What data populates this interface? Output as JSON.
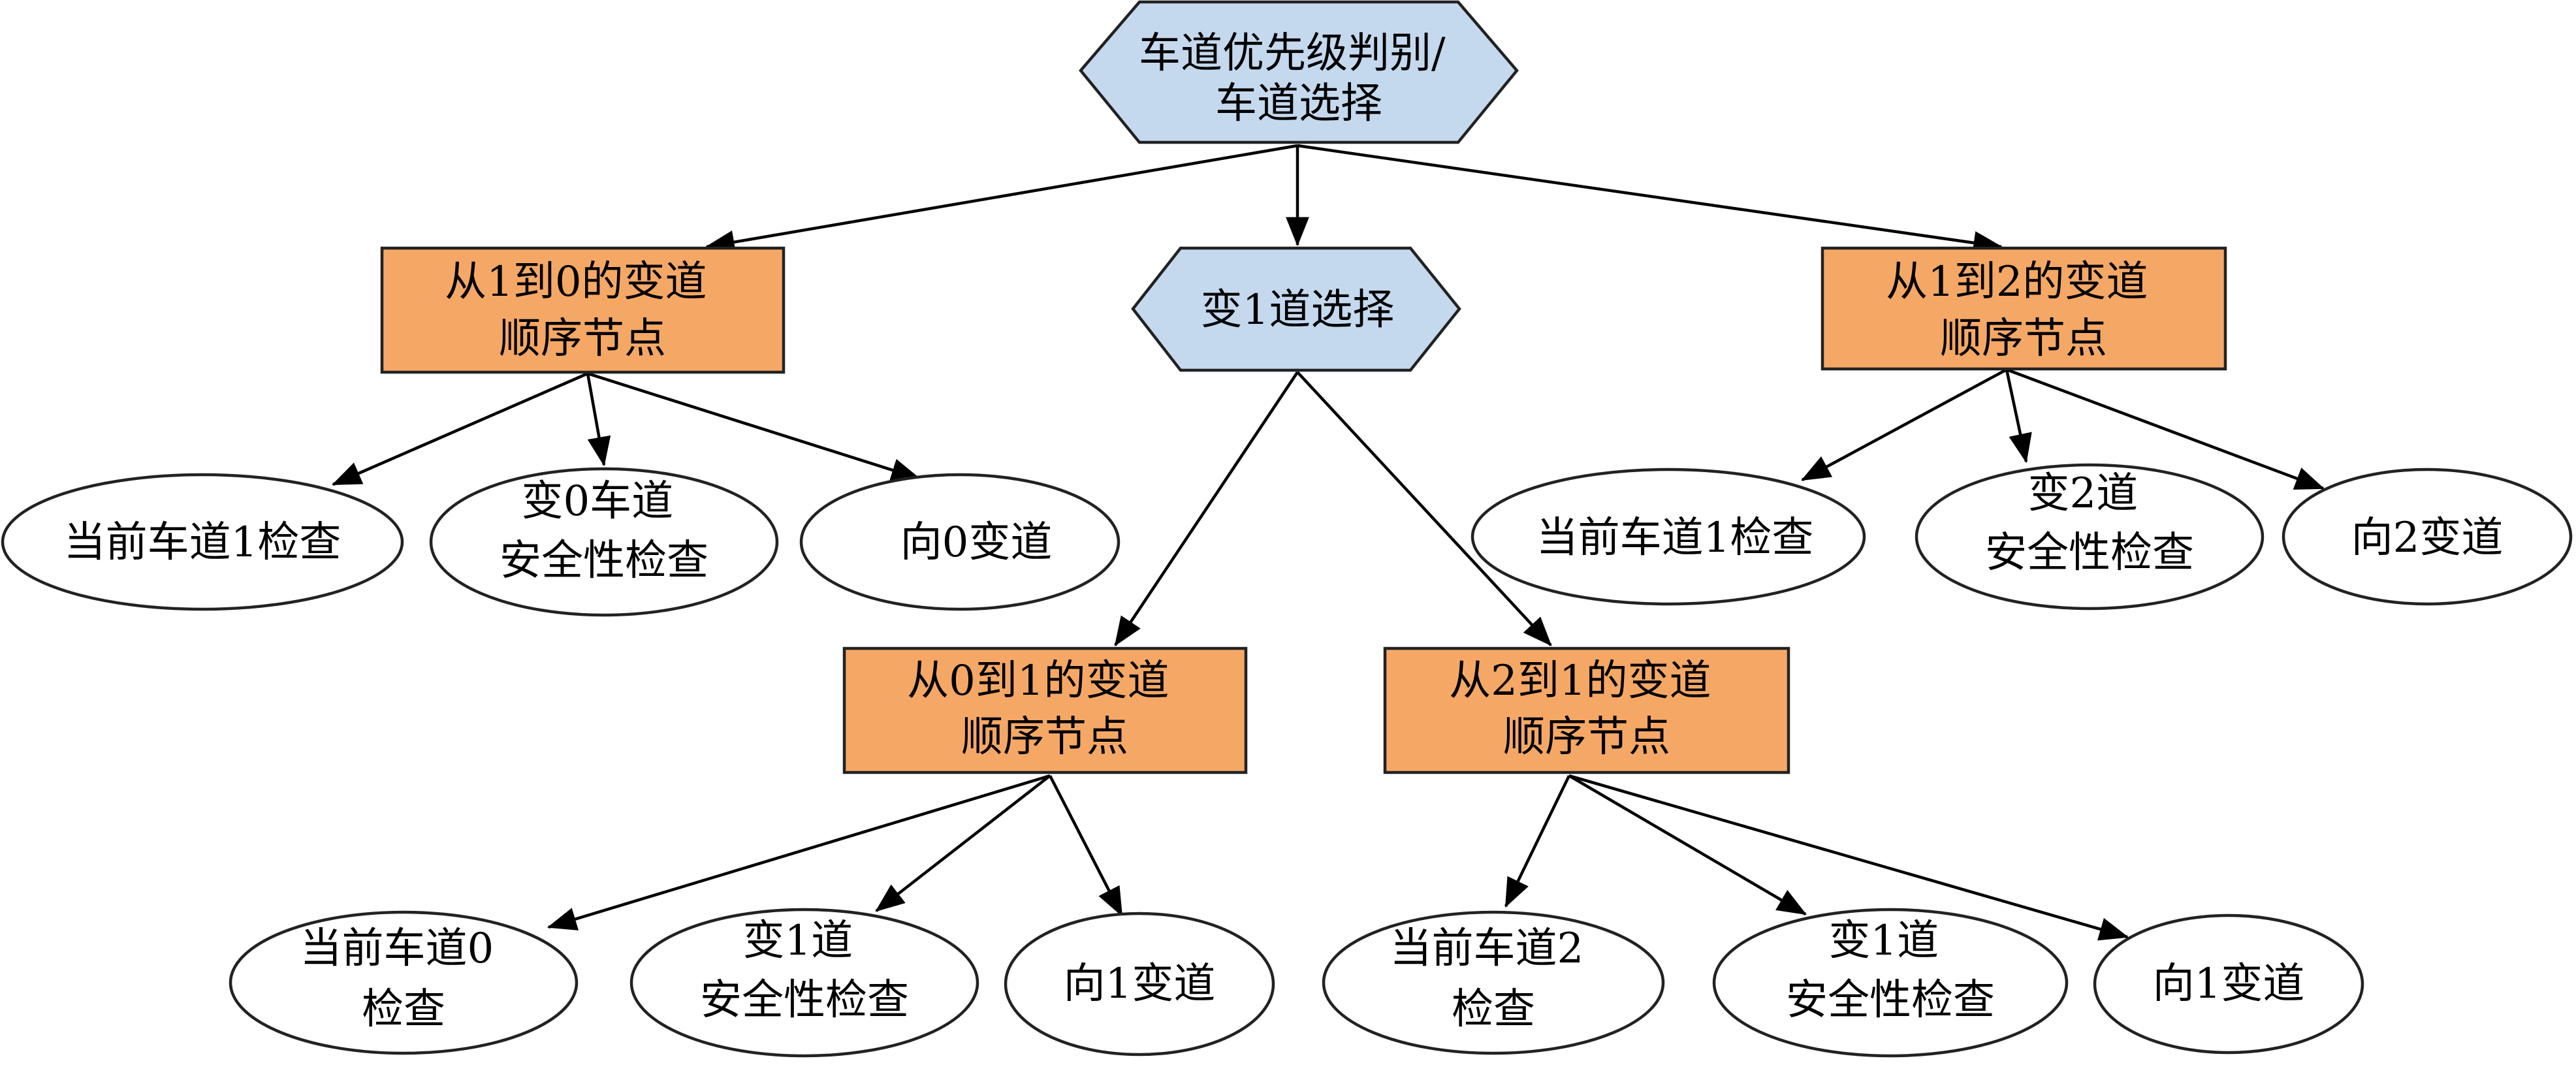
{
  "colors": {
    "selector_fill": "#c5d9ee",
    "sequence_fill": "#f5a866",
    "leaf_fill": "#ffffff",
    "stroke": "#222222"
  },
  "nodes": {
    "root": {
      "lines": [
        "车道优先级判别/",
        "车道选择"
      ]
    },
    "seq_1_to_0": {
      "lines": [
        "从1到0的变道",
        "顺序节点"
      ]
    },
    "select_change_1": {
      "lines": [
        "变1道选择"
      ]
    },
    "seq_1_to_2": {
      "lines": [
        "从1到2的变道",
        "顺序节点"
      ]
    },
    "check_lane1_left": {
      "lines": [
        "当前车道1检查"
      ]
    },
    "safety_change0": {
      "lines": [
        "变0车道",
        "安全性检查"
      ]
    },
    "change_to_0": {
      "lines": [
        "向0变道"
      ]
    },
    "check_lane1_right": {
      "lines": [
        "当前车道1检查"
      ]
    },
    "safety_change2": {
      "lines": [
        "变2道",
        "安全性检查"
      ]
    },
    "change_to_2": {
      "lines": [
        "向2变道"
      ]
    },
    "seq_0_to_1": {
      "lines": [
        "从0到1的变道",
        "顺序节点"
      ]
    },
    "seq_2_to_1": {
      "lines": [
        "从2到1的变道",
        "顺序节点"
      ]
    },
    "check_lane0": {
      "lines": [
        "当前车道0",
        "检查"
      ]
    },
    "safety_change1_a": {
      "lines": [
        "变1道",
        "安全性检查"
      ]
    },
    "change_to_1_a": {
      "lines": [
        "向1变道"
      ]
    },
    "check_lane2": {
      "lines": [
        "当前车道2",
        "检查"
      ]
    },
    "safety_change1_b": {
      "lines": [
        "变1道",
        "安全性检查"
      ]
    },
    "change_to_1_b": {
      "lines": [
        "向1变道"
      ]
    }
  }
}
